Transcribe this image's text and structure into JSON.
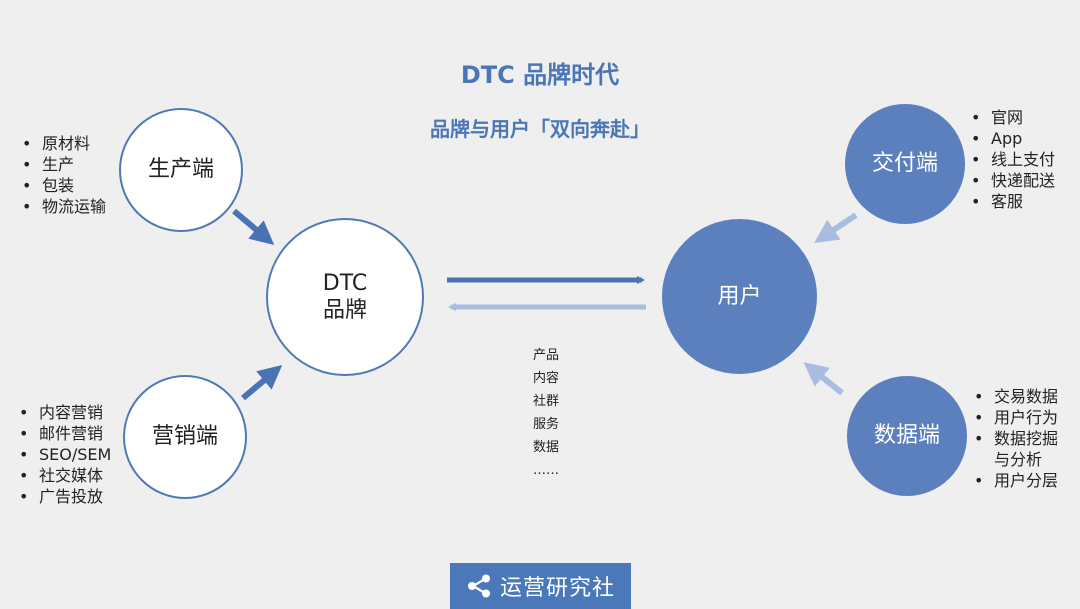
{
  "header": {
    "title": "DTC 品牌时代",
    "subtitle": "品牌与用户「双向奔赴」"
  },
  "nodes": {
    "production": {
      "label": "生产端",
      "items": [
        "原材料",
        "生产",
        "包装",
        "物流运输"
      ]
    },
    "marketing": {
      "label": "营销端",
      "items": [
        "内容营销",
        "邮件营销",
        "SEO/SEM",
        "社交媒体",
        "广告投放"
      ]
    },
    "brand": {
      "line1": "DTC",
      "line2": "品牌"
    },
    "user": {
      "label": "用户"
    },
    "delivery": {
      "label": "交付端",
      "items": [
        "官网",
        "App",
        "线上支付",
        "快递配送",
        "客服"
      ]
    },
    "data": {
      "label": "数据端",
      "items": [
        "交易数据",
        "用户行为",
        "数据挖掘",
        "与分析",
        "用户分层"
      ]
    }
  },
  "center_list": [
    "产品",
    "内容",
    "社群",
    "服务",
    "数据",
    "……"
  ],
  "logo": {
    "text": "运营研究社",
    "icon": "share-icon"
  },
  "colors": {
    "accent": "#4a76b5",
    "node_fill": "#5b80bd",
    "arrow_dark": "#4a73b5",
    "arrow_light": "#a9bde0"
  }
}
